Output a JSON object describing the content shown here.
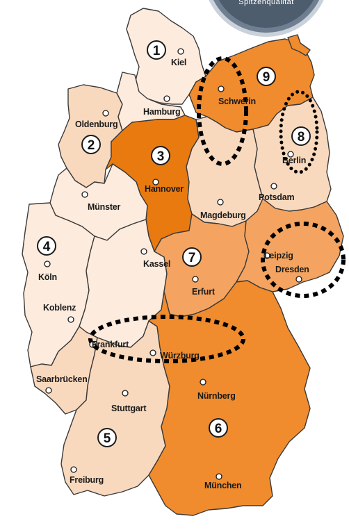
{
  "badge": {
    "text": "Spitzenqualität"
  },
  "colors": {
    "lightest": "#fdebdd",
    "light": "#f9d9bd",
    "medium": "#f4a460",
    "strong": "#f08c2e",
    "dark": "#e97a10",
    "border": "#3a3a3a"
  },
  "regions": [
    {
      "id": "1",
      "number": "1",
      "tone": "lightest"
    },
    {
      "id": "2",
      "number": "2",
      "tone": "light"
    },
    {
      "id": "3",
      "number": "3",
      "tone": "dark"
    },
    {
      "id": "4",
      "number": "4",
      "tone": "lightest"
    },
    {
      "id": "5",
      "number": "5",
      "tone": "light"
    },
    {
      "id": "6",
      "number": "6",
      "tone": "strong"
    },
    {
      "id": "7",
      "number": "7",
      "tone": "medium"
    },
    {
      "id": "8",
      "number": "8",
      "tone": "light"
    },
    {
      "id": "9",
      "number": "9",
      "tone": "strong"
    }
  ],
  "cities": [
    {
      "name": "Kiel"
    },
    {
      "name": "Hamburg"
    },
    {
      "name": "Schwerin"
    },
    {
      "name": "Oldenburg"
    },
    {
      "name": "Berlin"
    },
    {
      "name": "Hannover"
    },
    {
      "name": "Potsdam"
    },
    {
      "name": "Münster"
    },
    {
      "name": "Magdeburg"
    },
    {
      "name": "Kassel"
    },
    {
      "name": "Leipzig"
    },
    {
      "name": "Köln"
    },
    {
      "name": "Dresden"
    },
    {
      "name": "Erfurt"
    },
    {
      "name": "Koblenz"
    },
    {
      "name": "Frankfurt"
    },
    {
      "name": "Würzburg"
    },
    {
      "name": "Saarbrücken"
    },
    {
      "name": "Nürnberg"
    },
    {
      "name": "Stuttgart"
    },
    {
      "name": "Freiburg"
    },
    {
      "name": "München"
    }
  ]
}
